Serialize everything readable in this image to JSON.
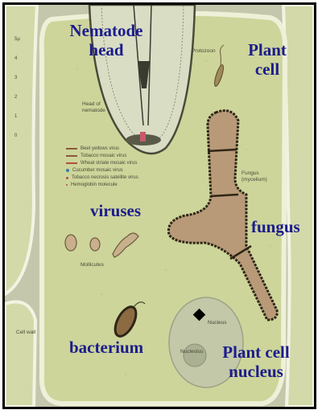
{
  "labels": {
    "nematode_head": [
      "Nematode",
      "head"
    ],
    "plant_cell": [
      "Plant",
      "cell"
    ],
    "viruses": "viruses",
    "fungus": "fungus",
    "bacterium": "bacterium",
    "plant_cell_nucleus": [
      "Plant cell",
      "nucleus"
    ]
  },
  "small_labels": {
    "protozoon": "Protozoon",
    "head_of_nematode": [
      "Head of",
      "nematode"
    ],
    "fungus_mycelium": [
      "Fungus",
      "(mycelium)"
    ],
    "mollicutes": "Mollicutes",
    "cell_wall": "Cell wall",
    "nucleolus": "Nucleolus",
    "nucleus": "Nucleus"
  },
  "legend": [
    {
      "label": "Beet yellows virus",
      "color": "#8a5a3a"
    },
    {
      "label": "Tobacco mosaic virus",
      "color": "#8a5a3a"
    },
    {
      "label": "Wheat striate mosaic virus",
      "color": "#b0503c"
    },
    {
      "label": "Cucumber mosaic virus",
      "color": "#3c7aa0"
    },
    {
      "label": "Tobacco necrosis satellite virus",
      "color": "#b0503c"
    },
    {
      "label": "Hemoglobin molecule",
      "color": "#b0503c"
    }
  ],
  "scale": {
    "unit": "5μ",
    "ticks": [
      "4",
      "3",
      "2",
      "1",
      "0"
    ]
  },
  "colors": {
    "label_text": "#1c1c8c",
    "cell_fill": "#cfd79e",
    "cell_wall": "#eef0d8",
    "fungus_fill": "#b89a78",
    "nucleus_fill": "#c2c8a8"
  }
}
